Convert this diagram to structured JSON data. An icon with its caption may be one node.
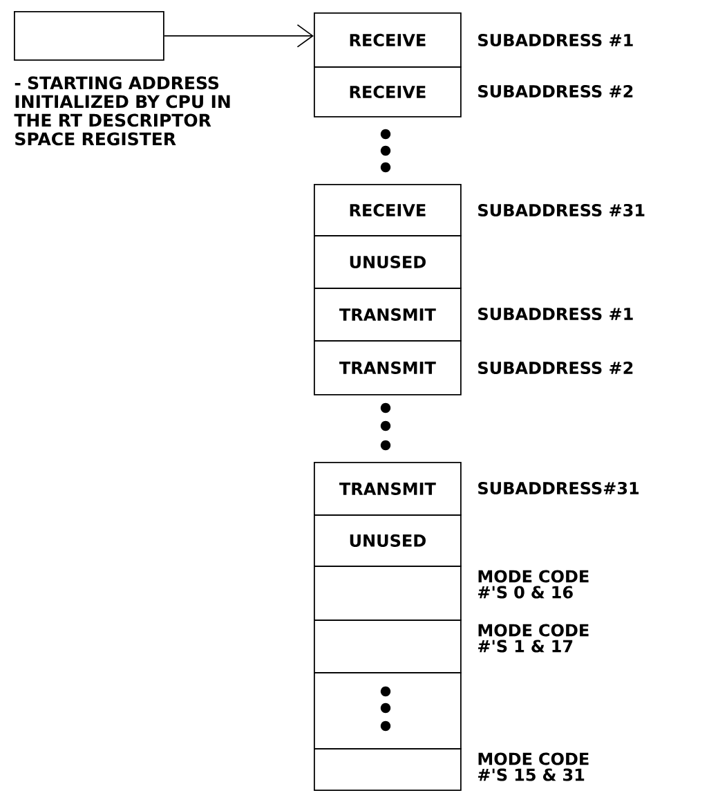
{
  "diagram": {
    "nodes": [
      {
        "text": [],
        "shape": "box",
        "beside": [
          "- STARTING ADDRESS INITIALIZED BY CPU IN THE RT DESCRIPTOR SPACE REGISTER"
        ]
      },
      {
        "text": [
          "RECEIVE"
        ],
        "beside": [
          "SUBADDRESS #1"
        ]
      },
      {
        "text": [
          "RECEIVE"
        ],
        "beside": [
          "SUBADDRESS #2"
        ]
      },
      {
        "text": [
          "RECEIVE"
        ],
        "beside": [
          "SUBADDRESS #31"
        ]
      },
      {
        "text": [
          "UNUSED"
        ]
      },
      {
        "text": [
          "TRANSMIT"
        ],
        "beside": [
          "SUBADDRESS #1"
        ]
      },
      {
        "text": [
          "TRANSMIT"
        ],
        "beside": [
          "SUBADDRESS #2"
        ]
      },
      {
        "text": [
          "TRANSMIT"
        ],
        "beside": [
          "SUBADDRESS#31"
        ]
      },
      {
        "text": [
          "UNUSED"
        ]
      },
      {
        "text": [],
        "shape": "box",
        "beside": [
          "MODE CODE #'S 0 & 16"
        ]
      },
      {
        "text": [],
        "shape": "box",
        "beside": [
          "MODE CODE #'S 1 & 17"
        ]
      },
      {
        "text": [],
        "shape": "box"
      },
      {
        "text": [],
        "shape": "box",
        "beside": [
          "MODE CODE #'S 15 & 31"
        ]
      }
    ],
    "edges": [
      {
        "from": 0,
        "to": 1,
        "arrow": "to"
      }
    ]
  }
}
